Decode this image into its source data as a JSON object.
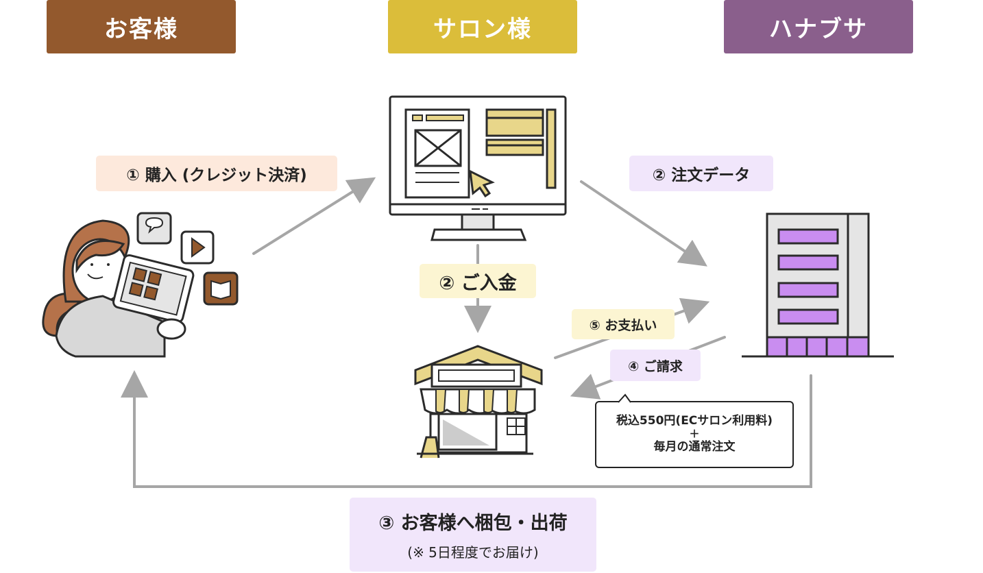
{
  "headers": {
    "customer": "お客様",
    "salon": "サロン様",
    "hanabusa": "ハナブサ"
  },
  "steps": {
    "purchase": "① 購入 (クレジット決済)",
    "order_data": "② 注文データ",
    "payment_in": "② ご入金",
    "pay": "⑤ お支払い",
    "invoice": "④ ご請求",
    "ship_title": "③ お客様へ梱包・出荷",
    "ship_note": "(※ 5日程度でお届け)"
  },
  "fee_box": {
    "line1": "税込550円(ECサロン利用料)",
    "plus": "＋",
    "line2": "毎月の通常注文"
  },
  "colors": {
    "customer": "#93592d",
    "salon": "#dbbd3a",
    "hanabusa": "#8a5f8c",
    "arrow": "#a6a6a6",
    "peach": "#fde9dc",
    "cream": "#fcf5d2",
    "lavender": "#f1e6fb",
    "purple_window": "#c98df0"
  }
}
